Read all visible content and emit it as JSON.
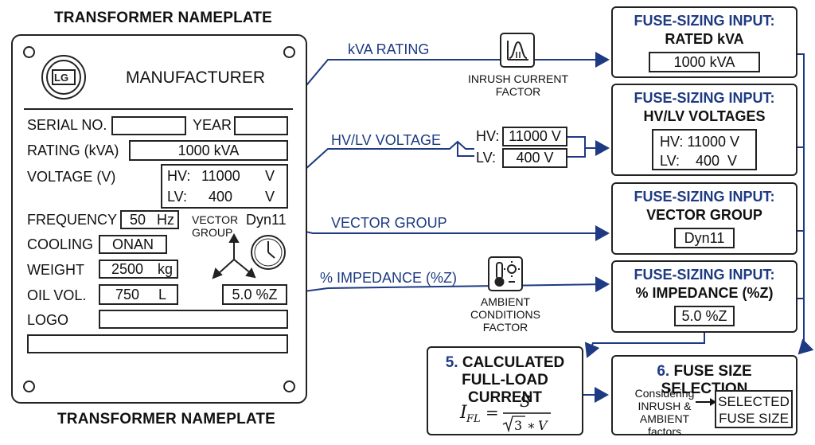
{
  "nameplate": {
    "title_top": "TRANSFORMER NAMEPLATE",
    "title_bottom": "TRANSFORMER NAMEPLATE",
    "manufacturer": "MANUFACTURER",
    "serial_label": "SERIAL NO.",
    "serial_value": "",
    "year_label": "YEAR",
    "year_value": "",
    "rating_label": "RATING (kVA)",
    "rating_value": "1000 kVA",
    "voltage_label": "VOLTAGE (V)",
    "hv_label": "HV:",
    "hv_value": "11000",
    "hv_unit": "V",
    "lv_label": "LV:",
    "lv_value": "400",
    "lv_unit": "V",
    "frequency_label": "FREQUENCY",
    "frequency_value": "50",
    "frequency_unit": "Hz",
    "cooling_label": "COOLING",
    "cooling_value": "ONAN",
    "weight_label": "WEIGHT",
    "weight_value": "2500",
    "weight_unit": "kg",
    "oil_label": "OIL VOL.",
    "oil_value": "750",
    "oil_unit": "L",
    "logo_label": "LOGO",
    "vector_group_label": "VECTOR GROUP",
    "vector_group_value": "Dyn11",
    "impedance_value": "5.0 %Z"
  },
  "flow": {
    "kva_rating": "kVA RATING",
    "hvlv_voltage": "HV/LV VOLTAGE",
    "vector_group": "VECTOR GROUP",
    "impedance": "% IMPEDANCE (%Z)",
    "hv_split_label": "HV:",
    "hv_split_value": "11000 V",
    "lv_split_label": "LV:",
    "lv_split_value": "400  V"
  },
  "factors": {
    "inrush": "INRUSH CURRENT FACTOR",
    "ambient": "AMBIENT CONDITIONS FACTOR"
  },
  "cards": {
    "rated_kva": {
      "heading": "FUSE-SIZING INPUT:",
      "sub": "RATED kVA",
      "value": "1000 kVA"
    },
    "voltages": {
      "heading": "FUSE-SIZING INPUT:",
      "sub": "HV/LV VOLTAGES",
      "hv": "HV: 11000 V",
      "lv": "LV:    400  V"
    },
    "vector": {
      "heading": "FUSE-SIZING INPUT:",
      "sub": "VECTOR GROUP",
      "value": "Dyn11"
    },
    "impedance": {
      "heading": "FUSE-SIZING INPUT:",
      "sub": "% IMPEDANCE (%Z)",
      "value": "5.0 %Z"
    },
    "calc": {
      "number": "5.",
      "title_a": "CALCULATED",
      "title_b": "FULL-LOAD CURRENT"
    },
    "fuse": {
      "number": "6.",
      "title": "FUSE SIZE SELECTION",
      "considering": "Considering INRUSH & AMBIENT factors",
      "selected": "SELECTED FUSE SIZE"
    }
  },
  "colors": {
    "accent_blue": "#1d3a82",
    "ink": "#111111"
  },
  "icons": [
    "logo-emblem",
    "chart-icon",
    "thermometer-sun-icon",
    "clock-icon",
    "phase-vector-icon"
  ]
}
